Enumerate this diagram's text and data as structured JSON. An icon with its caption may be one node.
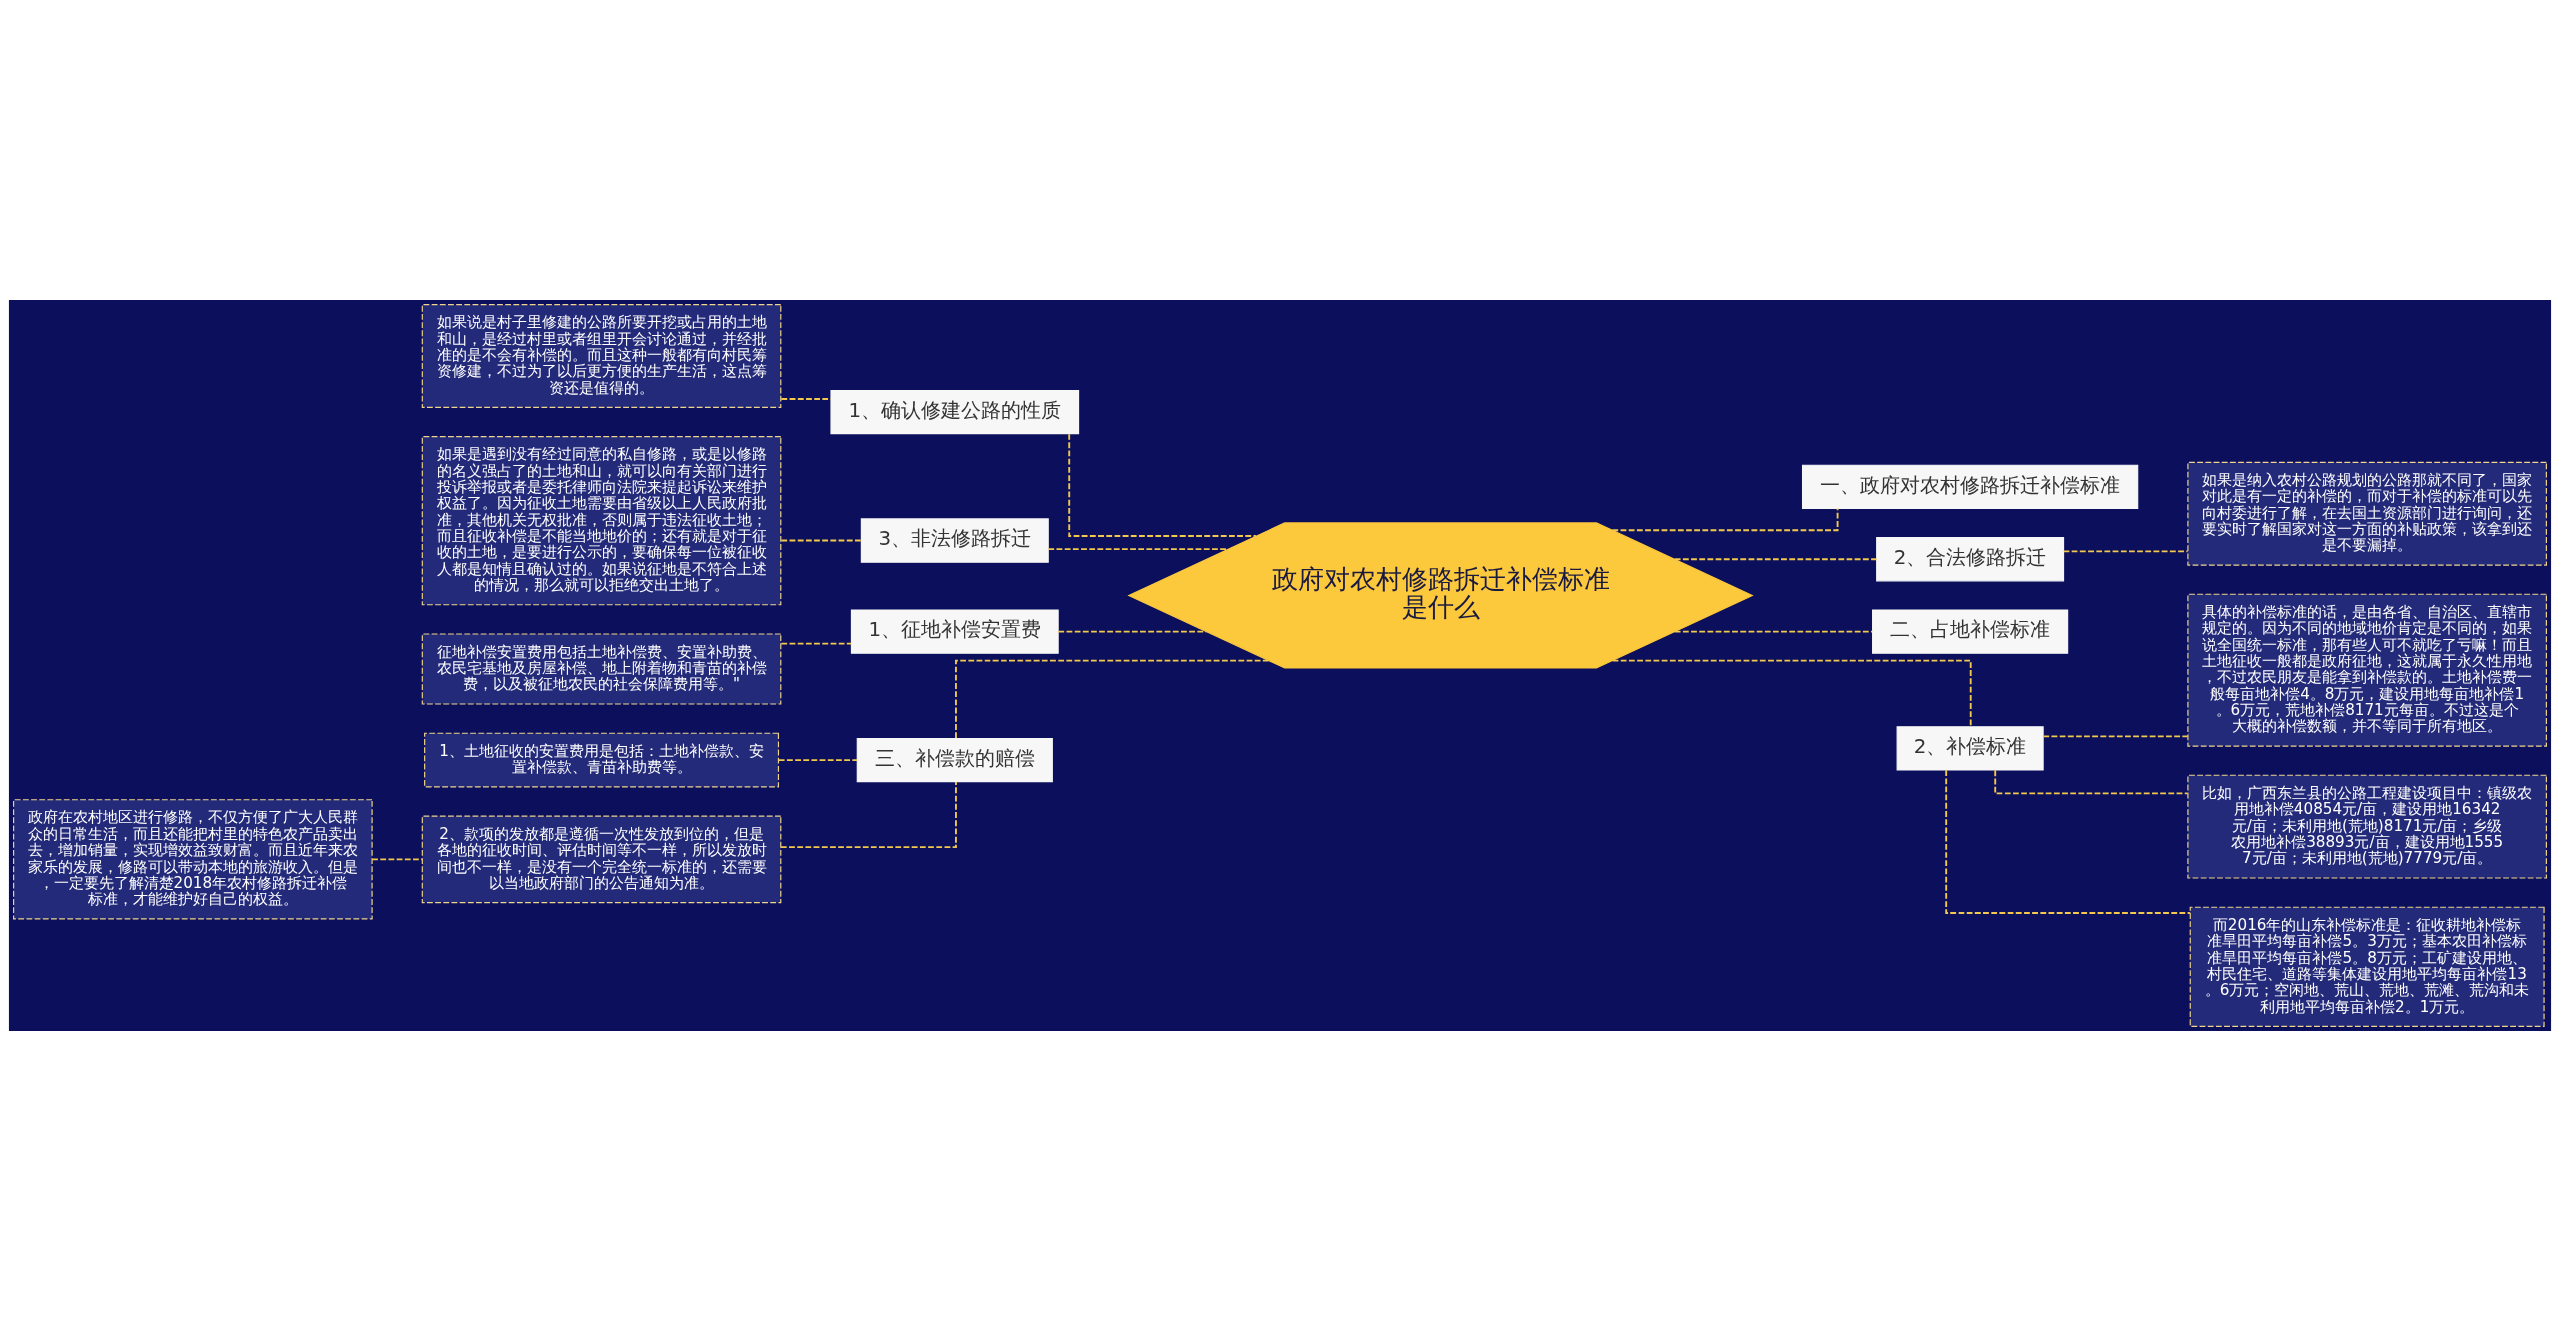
{
  "diagram": {
    "nodes": [
      {
        "text": [
          "政府对农村修路拆迁补偿标准是什么"
        ]
      },
      {
        "text": [
          "1、确认修建公路的性质"
        ]
      },
      {
        "text": [
          "如果说是村子里修建的公路所要开挖或占用的土地和山，是经过村里或者组里开会讨论通过，并经批准的是不会有补偿的。而且这种一般都有向村民筹资修建，不过为了以后更方便的生产生活，这点筹资还是值得的。"
        ]
      },
      {
        "text": [
          "3、非法修路拆迁"
        ]
      },
      {
        "text": [
          "如果是遇到没有经过同意的私自修路，或是以修路的名义强占了的土地和山，就可以向有关部门进行投诉举报或者是委托律师向法院来提起诉讼来维护权益了。因为征收土地需要由省级以上人民政府批准，其他机关无权批准，否则属于违法征收土地；而且征收补偿是不能当地地价的；还有就是对于征收的土地，是要进行公示的，要确保每一位被征收人都是知情且确认过的。如果说征地是不符合上述的情况，那么就可以拒绝交出土地了。"
        ]
      },
      {
        "text": [
          "1、征地补偿安置费"
        ]
      },
      {
        "text": [
          "征地补偿安置费用包括土地补偿费、安置补助费、农民宅基地及房屋补偿、地上附着物和青苗的补偿费，以及被征地农民的社会保障费用等。\""
        ]
      },
      {
        "text": [
          "三、补偿款的赔偿"
        ]
      },
      {
        "text": [
          "1、土地征收的安置费用是包括：土地补偿款、安置补偿款、青苗补助费等。"
        ]
      },
      {
        "text": [
          "2、款项的发放都是遵循一次性发放到位的，但是各地的征收时间、评估时间等不一样，所以发放时间也不一样，是没有一个完全统一标准的，还需要以当地政府部门的公告通知为准。"
        ]
      },
      {
        "text": [
          "政府在农村地区进行修路，不仅方便了广大人民群众的日常生活，而且还能把村里的特色农产品卖出去，增加销量，实现增效益致财富。而且近年来农家乐的发展，修路可以带动本地的旅游收入。但是，一定要先了解清楚2018年农村修路拆迁补偿标准，才能维护好自己的权益。"
        ]
      },
      {
        "text": [
          "一、政府对农村修路拆迁补偿标准"
        ]
      },
      {
        "text": [
          "2、合法修路拆迁"
        ]
      },
      {
        "text": [
          "如果是纳入农村公路规划的公路那就不同了，国家对此是有一定的补偿的，而对于补偿的标准可以先向村委进行了解，在去国土资源部门进行询问，还要实时了解国家对这一方面的补贴政策，该拿到还是不要漏掉。"
        ]
      },
      {
        "text": [
          "二、占地补偿标准"
        ]
      },
      {
        "text": [
          "2、补偿标准"
        ]
      },
      {
        "text": [
          "具体的补偿标准的话，是由各省、自治区、直辖市规定的。因为不同的地域地价肯定是不同的，如果说全国统一标准，那有些人可不就吃了亏嘛！而且土地征收一般都是政府征地，这就属于永久性用地，不过农民朋友是能拿到补偿款的。土地补偿费一般每亩地补偿4。8万元，建设用地每亩地补偿1。6万元，荒地补偿8171元每亩。不过这是个大概的补偿数额，并不等同于所有地区。"
        ]
      },
      {
        "text": [
          "比如，广西东兰县的公路工程建设项目中：镇级农用地补偿40854元/亩，建设用地16342元/亩；未利用地(荒地)8171元/亩；乡级农用地补偿38893元/亩，建设用地15557元/亩；未利用地(荒地)7779元/亩。"
        ]
      },
      {
        "text": [
          "而2016年的山东补偿标准是：征收耕地补偿标准旱田平均每亩补偿5。3万元；基本农田补偿标准旱田平均每亩补偿5。8万元；工矿建设用地、村民住宅、道路等集体建设用地平均每亩补偿13。6万元；空闲地、荒山、荒地、荒滩、荒沟和未利用地平均每亩补偿2。1万元。"
        ]
      }
    ],
    "edges": [
      {
        "from": 0,
        "to": 1,
        "arrow": "none",
        "style": "dashed"
      },
      {
        "from": 1,
        "to": 2,
        "arrow": "none",
        "style": "dashed"
      },
      {
        "from": 0,
        "to": 3,
        "arrow": "none",
        "style": "dashed"
      },
      {
        "from": 3,
        "to": 4,
        "arrow": "none",
        "style": "dashed"
      },
      {
        "from": 0,
        "to": 5,
        "arrow": "none",
        "style": "dashed"
      },
      {
        "from": 5,
        "to": 6,
        "arrow": "none",
        "style": "dashed"
      },
      {
        "from": 0,
        "to": 7,
        "arrow": "none",
        "style": "dashed"
      },
      {
        "from": 7,
        "to": 8,
        "arrow": "none",
        "style": "dashed"
      },
      {
        "from": 7,
        "to": 9,
        "arrow": "none",
        "style": "dashed"
      },
      {
        "from": 9,
        "to": 10,
        "arrow": "none",
        "style": "dashed"
      },
      {
        "from": 0,
        "to": 11,
        "arrow": "none",
        "style": "dashed"
      },
      {
        "from": 0,
        "to": 12,
        "arrow": "none",
        "style": "dashed"
      },
      {
        "from": 12,
        "to": 13,
        "arrow": "none",
        "style": "dashed"
      },
      {
        "from": 0,
        "to": 14,
        "arrow": "none",
        "style": "dashed"
      },
      {
        "from": 0,
        "to": 15,
        "arrow": "none",
        "style": "dashed"
      },
      {
        "from": 15,
        "to": 16,
        "arrow": "none",
        "style": "dashed"
      },
      {
        "from": 15,
        "to": 17,
        "arrow": "none",
        "style": "dashed"
      },
      {
        "from": 15,
        "to": 18,
        "arrow": "none",
        "style": "dashed"
      }
    ]
  }
}
